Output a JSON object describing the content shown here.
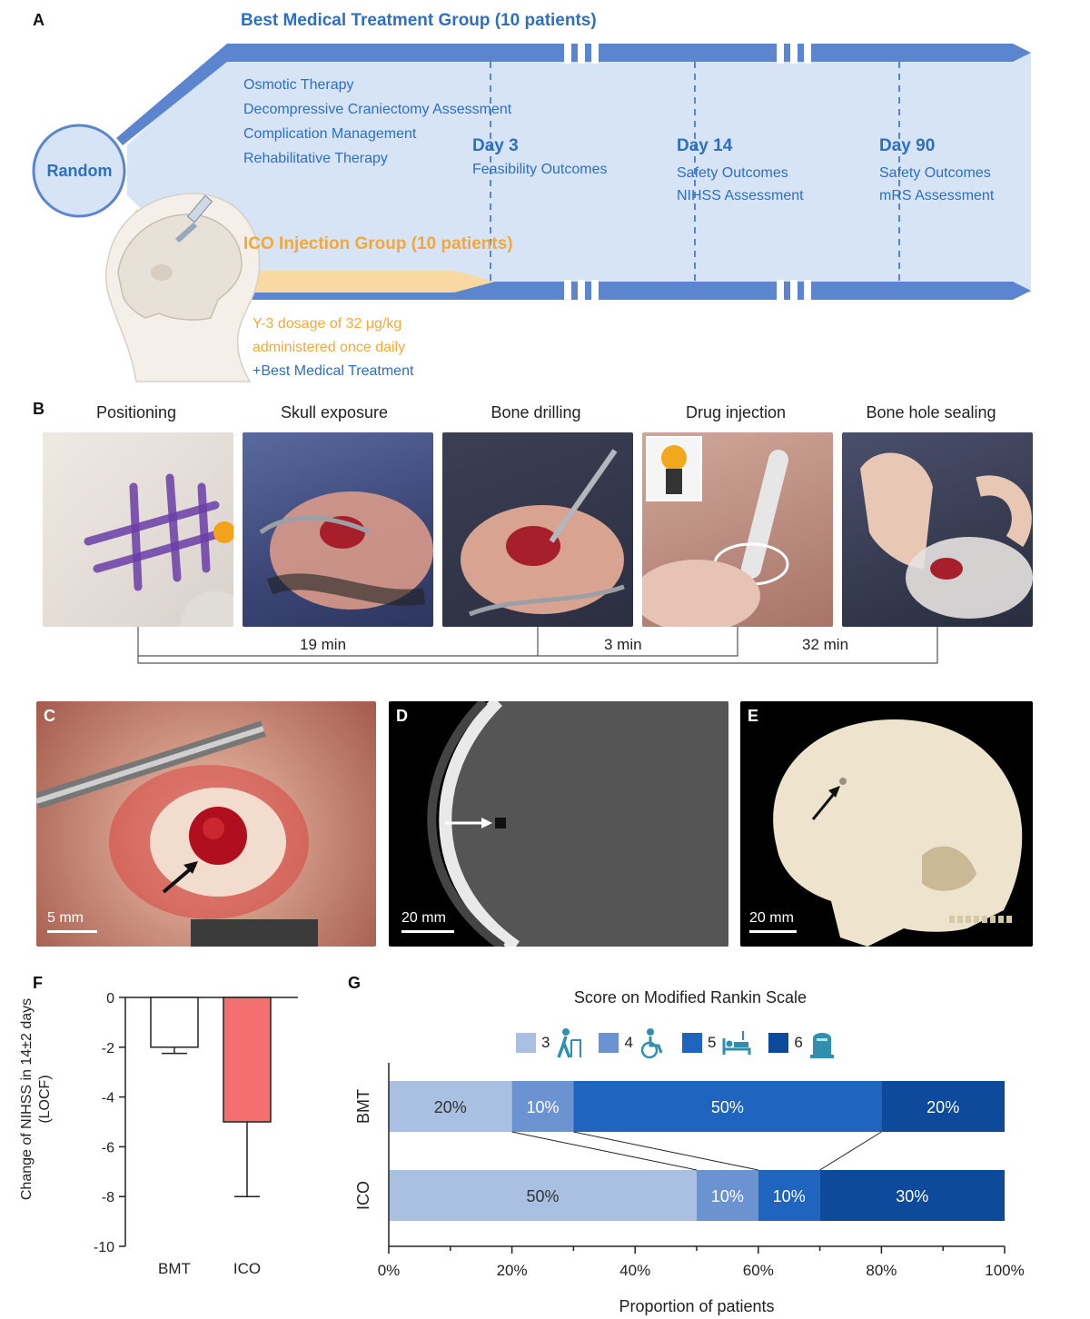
{
  "panelA": {
    "label": "A",
    "bmt_title": "Best Medical Treatment Group (10 patients)",
    "ico_title": "ICO Injection Group (10 patients)",
    "random": "Random",
    "bmt_items": [
      "Osmotic Therapy",
      "Decompressive Craniectomy Assessment",
      "Complication Management",
      "Rehabilitative Therapy"
    ],
    "timepoints": [
      {
        "day": "Day 3",
        "items": [
          "Feasibility Outcomes"
        ]
      },
      {
        "day": "Day 14",
        "items": [
          "Safety Outcomes",
          "NIHSS Assessment"
        ]
      },
      {
        "day": "Day 90",
        "items": [
          "Safety Outcomes",
          "mRS Assessment"
        ]
      }
    ],
    "dosage_line1": "Y-3 dosage of 32 μg/kg",
    "dosage_line2": "administered once daily",
    "dosage_line3": "+Best Medical Treatment"
  },
  "panelB": {
    "label": "B",
    "steps": [
      "Positioning",
      "Skull exposure",
      "Bone drilling",
      "Drug injection",
      "Bone hole sealing"
    ],
    "durations": [
      "19 min",
      "3 min",
      "32 min"
    ]
  },
  "panelC": {
    "label": "C",
    "scale": "5 mm"
  },
  "panelD": {
    "label": "D",
    "scale": "20 mm"
  },
  "panelE": {
    "label": "E",
    "scale": "20 mm"
  },
  "panelF": {
    "label": "F",
    "ylabel_line1": "Change of NIHSS in 14±2 days",
    "ylabel_line2": "(LOCF)",
    "colors": {
      "BMT": "#ffffff",
      "ICO": "#f46f6f"
    },
    "chart_data": {
      "type": "bar",
      "categories": [
        "BMT",
        "ICO"
      ],
      "values": [
        -2,
        -5
      ],
      "error_lower": [
        -2.25,
        -8
      ],
      "ylim": [
        -10,
        0
      ],
      "yticks": [
        "0",
        "-2",
        "-4",
        "-6",
        "-8",
        "-10"
      ],
      "xlabel": "",
      "ylabel": "Change of NIHSS in 14±2 days (LOCF)"
    }
  },
  "panelG": {
    "label": "G",
    "title": "Score on Modified Rankin Scale",
    "legend": [
      {
        "score": "3",
        "color": "#a9c0e2",
        "icon": "walker-icon"
      },
      {
        "score": "4",
        "color": "#6c93d1",
        "icon": "wheelchair-icon"
      },
      {
        "score": "5",
        "color": "#1f64bf",
        "icon": "bed-icon"
      },
      {
        "score": "6",
        "color": "#0e4a9b",
        "icon": "tombstone-icon"
      }
    ],
    "xlabel": "Proportion of patients",
    "xticks": [
      "0%",
      "20%",
      "40%",
      "60%",
      "80%",
      "100%"
    ],
    "chart_data": {
      "type": "bar",
      "orientation": "horizontal-stacked",
      "categories": [
        "BMT",
        "ICO"
      ],
      "series": [
        {
          "name": "3",
          "values": [
            20,
            50
          ],
          "labels": [
            "20%",
            "50%"
          ]
        },
        {
          "name": "4",
          "values": [
            10,
            10
          ],
          "labels": [
            "10%",
            "10%"
          ]
        },
        {
          "name": "5",
          "values": [
            50,
            10
          ],
          "labels": [
            "50%",
            "10%"
          ]
        },
        {
          "name": "6",
          "values": [
            20,
            30
          ],
          "labels": [
            "20%",
            "30%"
          ]
        }
      ],
      "xlim": [
        0,
        100
      ],
      "xlabel": "Proportion of patients"
    }
  }
}
